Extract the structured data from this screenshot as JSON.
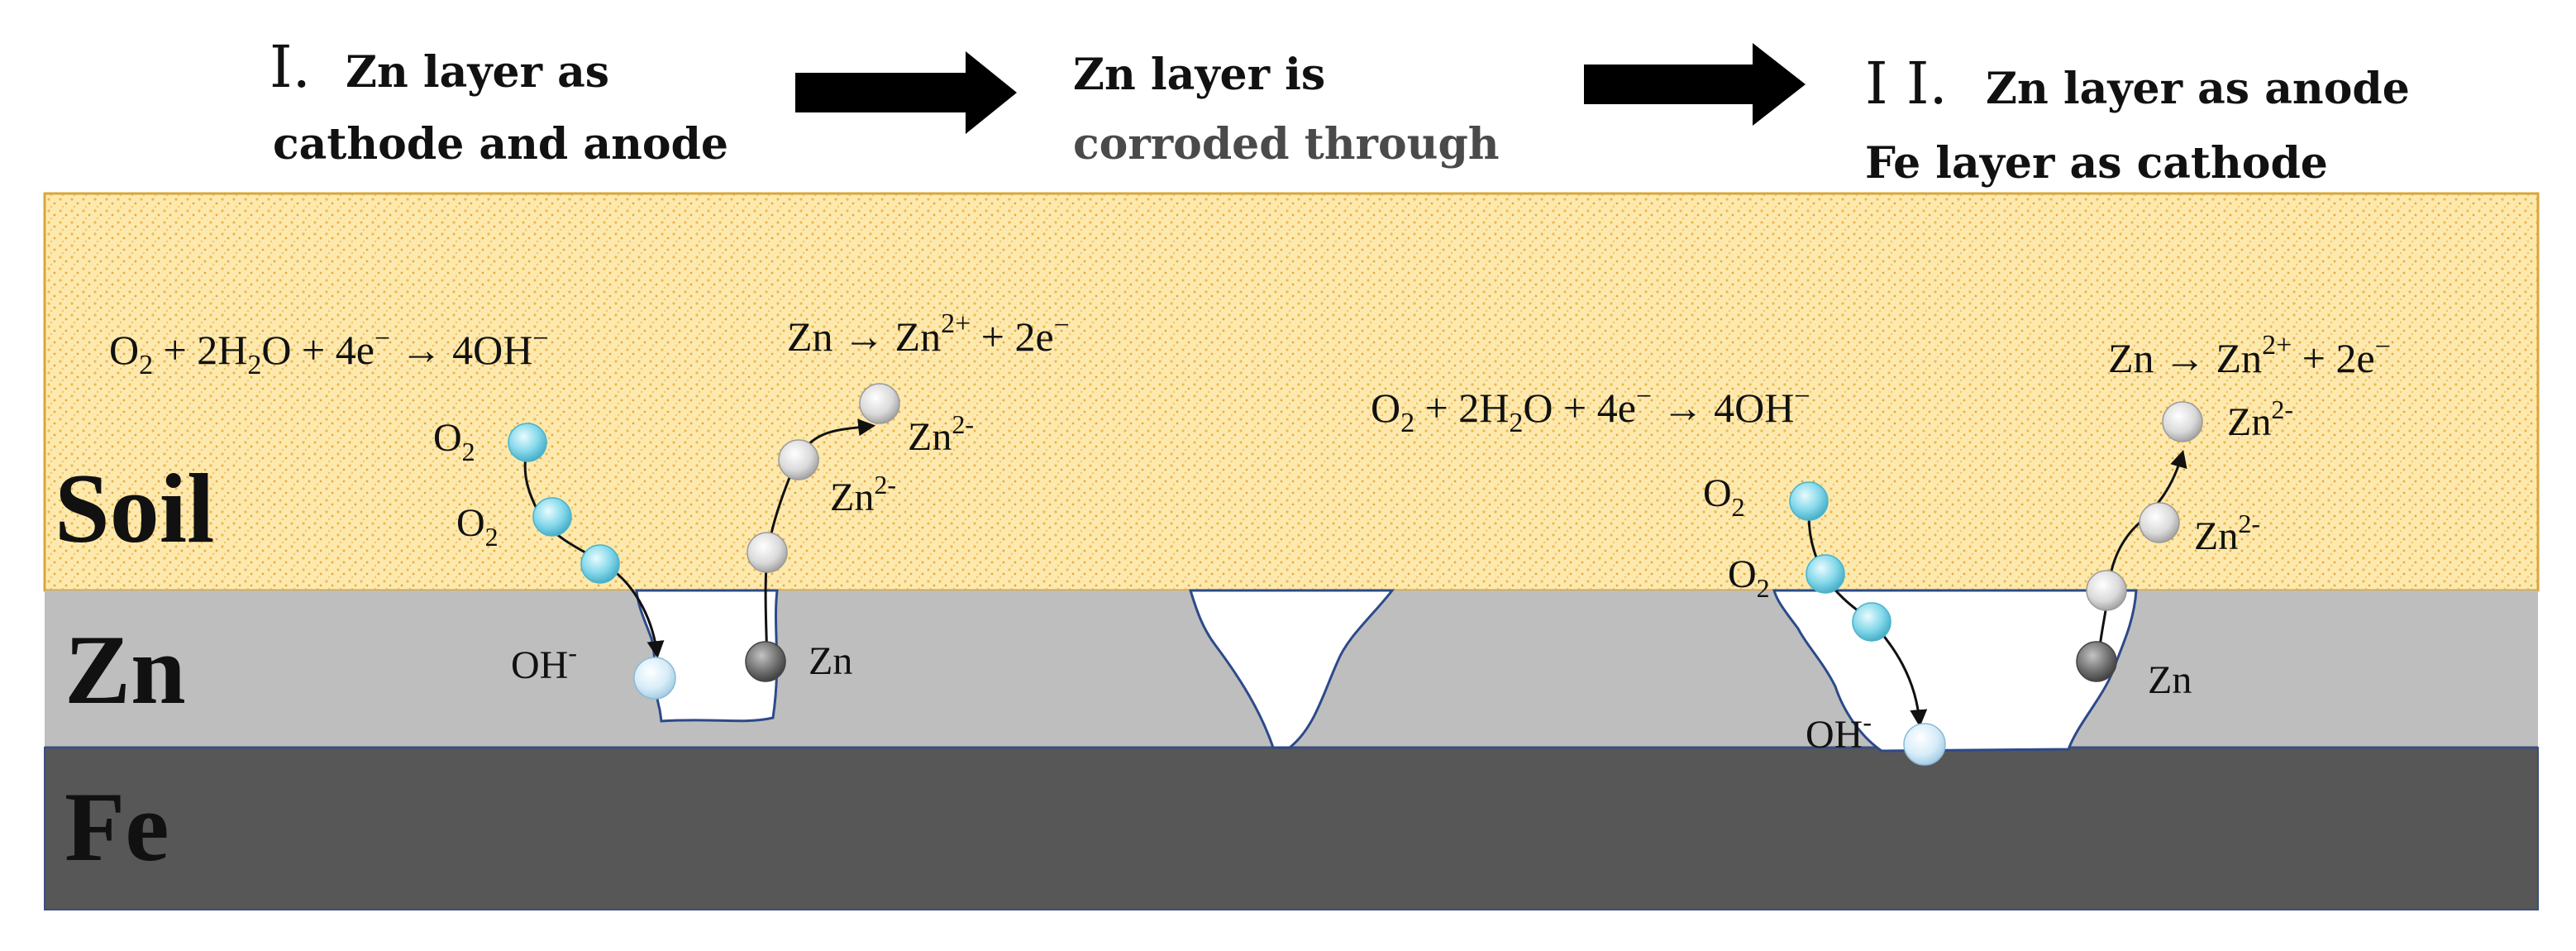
{
  "headers": {
    "stage1_numeral": "I.",
    "stage1_line1": "Zn layer as",
    "stage1_line2": "cathode and anode",
    "middle_line1": "Zn layer is",
    "middle_line2": "corroded through",
    "stage2_numeral": "I I.",
    "stage2_line1": "Zn layer as anode",
    "stage2_line2": "Fe layer as cathode"
  },
  "layers": {
    "soil": "Soil",
    "zn": "Zn",
    "fe": "Fe"
  },
  "left": {
    "cathodic_eq": {
      "a": "O",
      "a_sub": "2",
      "b": " + 2H",
      "b_sub": "2",
      "c": "O + 4e",
      "c_sup": "−",
      "d": " → 4OH",
      "d_sup": "−"
    },
    "anodic_eq": {
      "a": "Zn → Zn",
      "a_sup": "2+",
      "b": " + 2e",
      "b_sup": "−"
    },
    "o2_label_1": {
      "base": "O",
      "sub": "2"
    },
    "o2_label_2": {
      "base": "O",
      "sub": "2"
    },
    "oh_label": {
      "base": "OH",
      "sup": "-"
    },
    "zn_label": "Zn",
    "zn2_label_1": {
      "base": "Zn",
      "sup": "2-"
    },
    "zn2_label_2": {
      "base": "Zn",
      "sup": "2-"
    }
  },
  "right": {
    "cathodic_eq": {
      "a": "O",
      "a_sub": "2",
      "b": " + 2H",
      "b_sub": "2",
      "c": "O + 4e",
      "c_sup": "−",
      "d": " → 4OH",
      "d_sup": "−"
    },
    "anodic_eq": {
      "a": "Zn → Zn",
      "a_sup": "2+",
      "b": " + 2e",
      "b_sup": "−"
    },
    "o2_label_1": {
      "base": "O",
      "sub": "2"
    },
    "o2_label_2": {
      "base": "O",
      "sub": "2"
    },
    "oh_label": {
      "base": "OH",
      "sup": "-"
    },
    "zn_label": "Zn",
    "zn2_label_1": {
      "base": "Zn",
      "sup": "2-"
    },
    "zn2_label_2": {
      "base": "Zn",
      "sup": "2-"
    }
  },
  "colors": {
    "soil": "#fde7a6",
    "soil_border": "#d9a63a",
    "zn_layer": "#bebebe",
    "fe_layer": "#575757",
    "pit_outline": "#2c4a8a",
    "o2_particle": "#7ed6e6",
    "oh_particle": "#d3ebf7",
    "zn2_particle": "#dcdcdc",
    "zn_particle": "#6e6e6e"
  }
}
